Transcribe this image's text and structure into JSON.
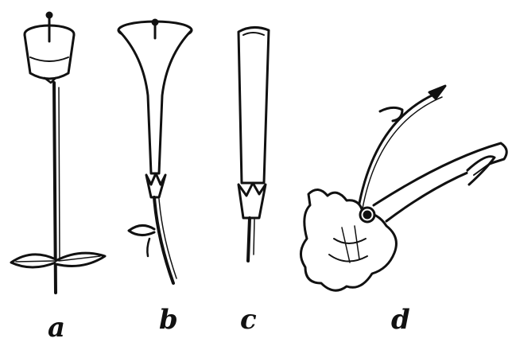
{
  "figure": {
    "labels": {
      "a": "a",
      "b": "b",
      "c": "c",
      "d": "d"
    }
  },
  "colors": {
    "ink": "#111111",
    "paper": "#ffffff"
  }
}
